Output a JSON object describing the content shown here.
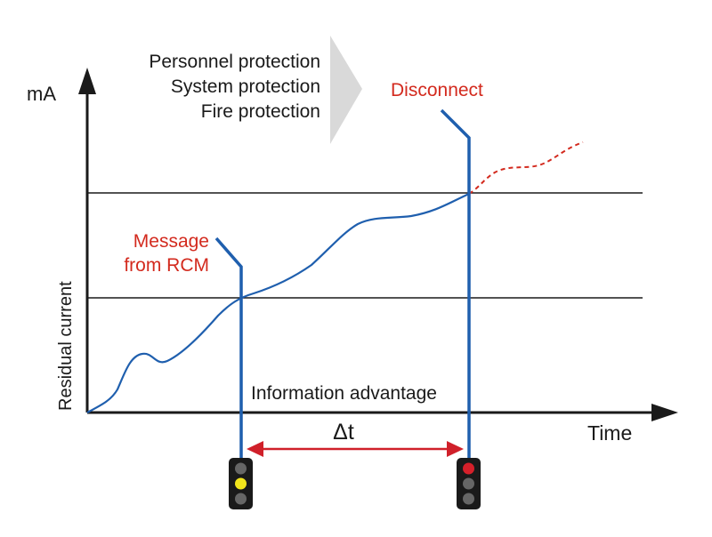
{
  "protection": {
    "line1": "Personnel protection",
    "line2": "System protection",
    "line3": "Fire protection"
  },
  "axes": {
    "y_unit": "mA",
    "y_label": "Residual current",
    "x_label": "Time"
  },
  "labels": {
    "disconnect": "Disconnect",
    "message_line1": "Message",
    "message_line2": "from RCM",
    "information_advantage": "Information advantage",
    "delta_t": "Δt"
  },
  "colors": {
    "curve": "#1f5fae",
    "alert_text": "#d32a1e",
    "arrow_red": "#d0202a",
    "axis": "#1a1a1a",
    "gray_arrow": "#d9d9d9",
    "light_yellow": "#f2e51c",
    "light_red": "#d6202a",
    "light_off": "#666666"
  },
  "traffic_lights": [
    {
      "name": "warning",
      "active_light": "yellow"
    },
    {
      "name": "disconnect",
      "active_light": "red"
    }
  ]
}
